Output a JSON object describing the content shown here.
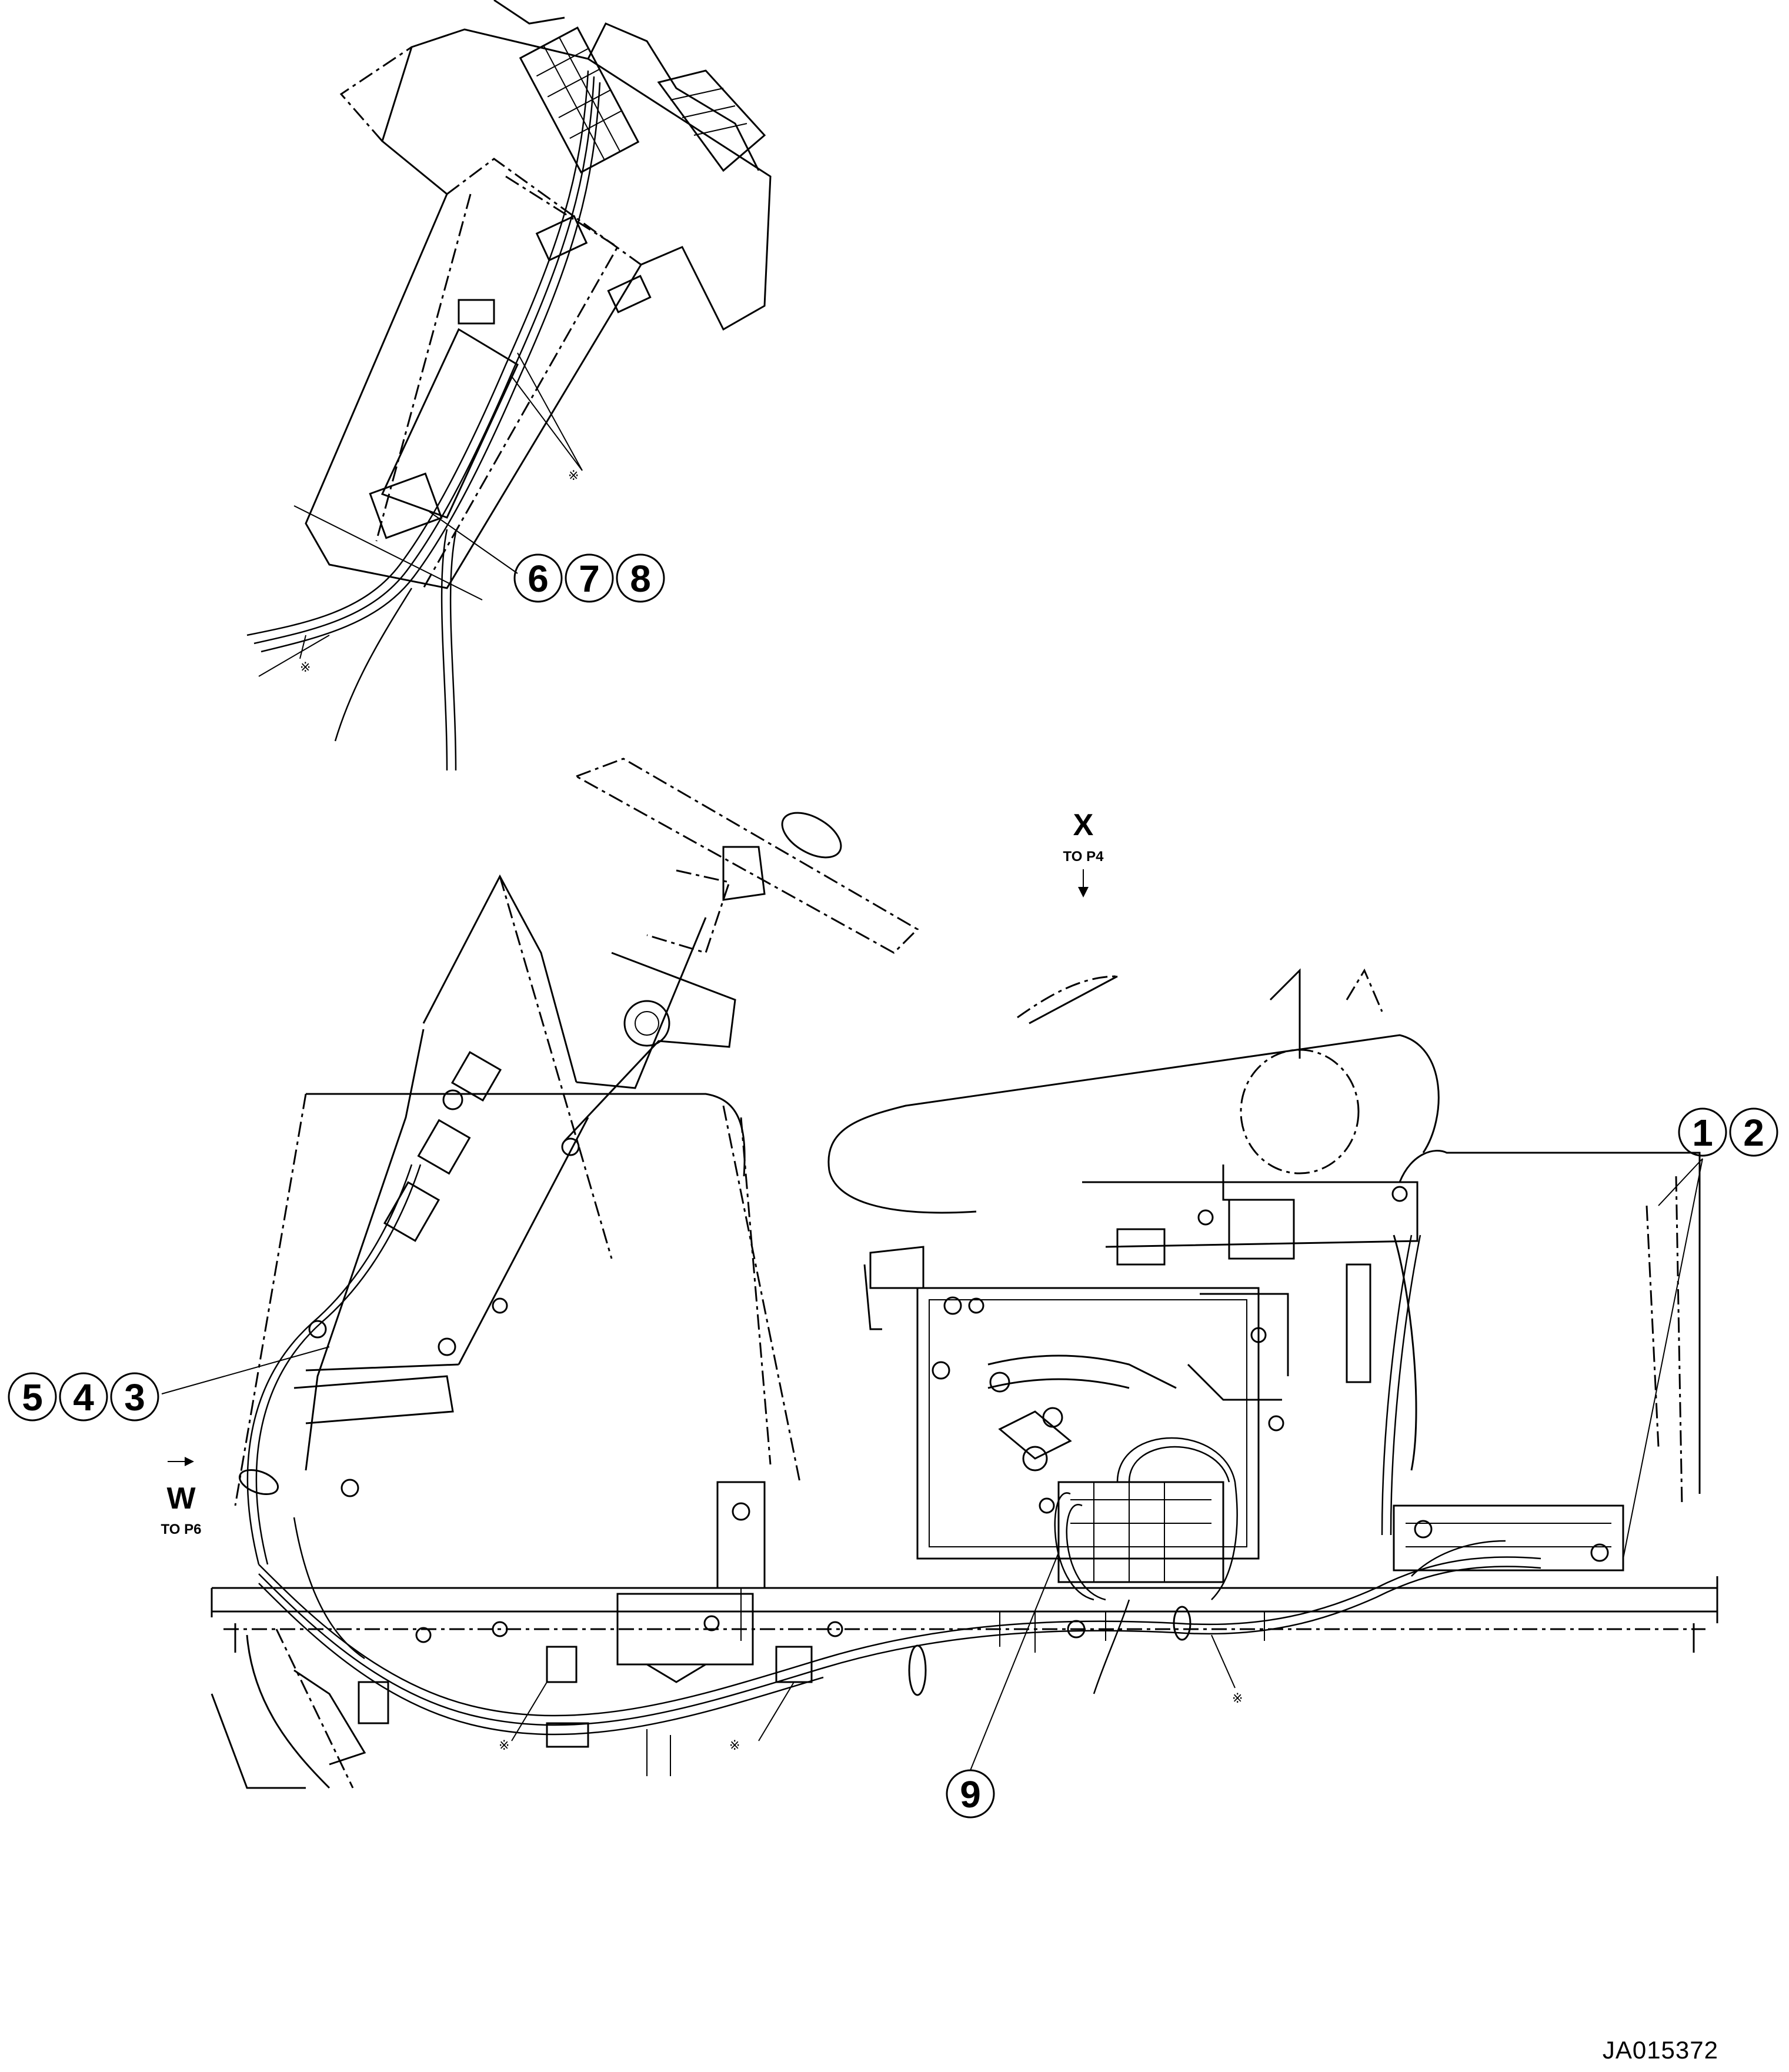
{
  "callouts": {
    "c678": "6",
    "c7": "7",
    "c8": "8",
    "c1": "1",
    "c2": "2",
    "c5": "5",
    "c4": "4",
    "c3": "3",
    "c9": "9"
  },
  "view_refs": {
    "x": {
      "letter": "X",
      "target": "TO P4"
    },
    "w": {
      "letter": "W",
      "target": "TO P6"
    }
  },
  "marks": {
    "asterisk": "※"
  },
  "drawing_id": "JA015372"
}
